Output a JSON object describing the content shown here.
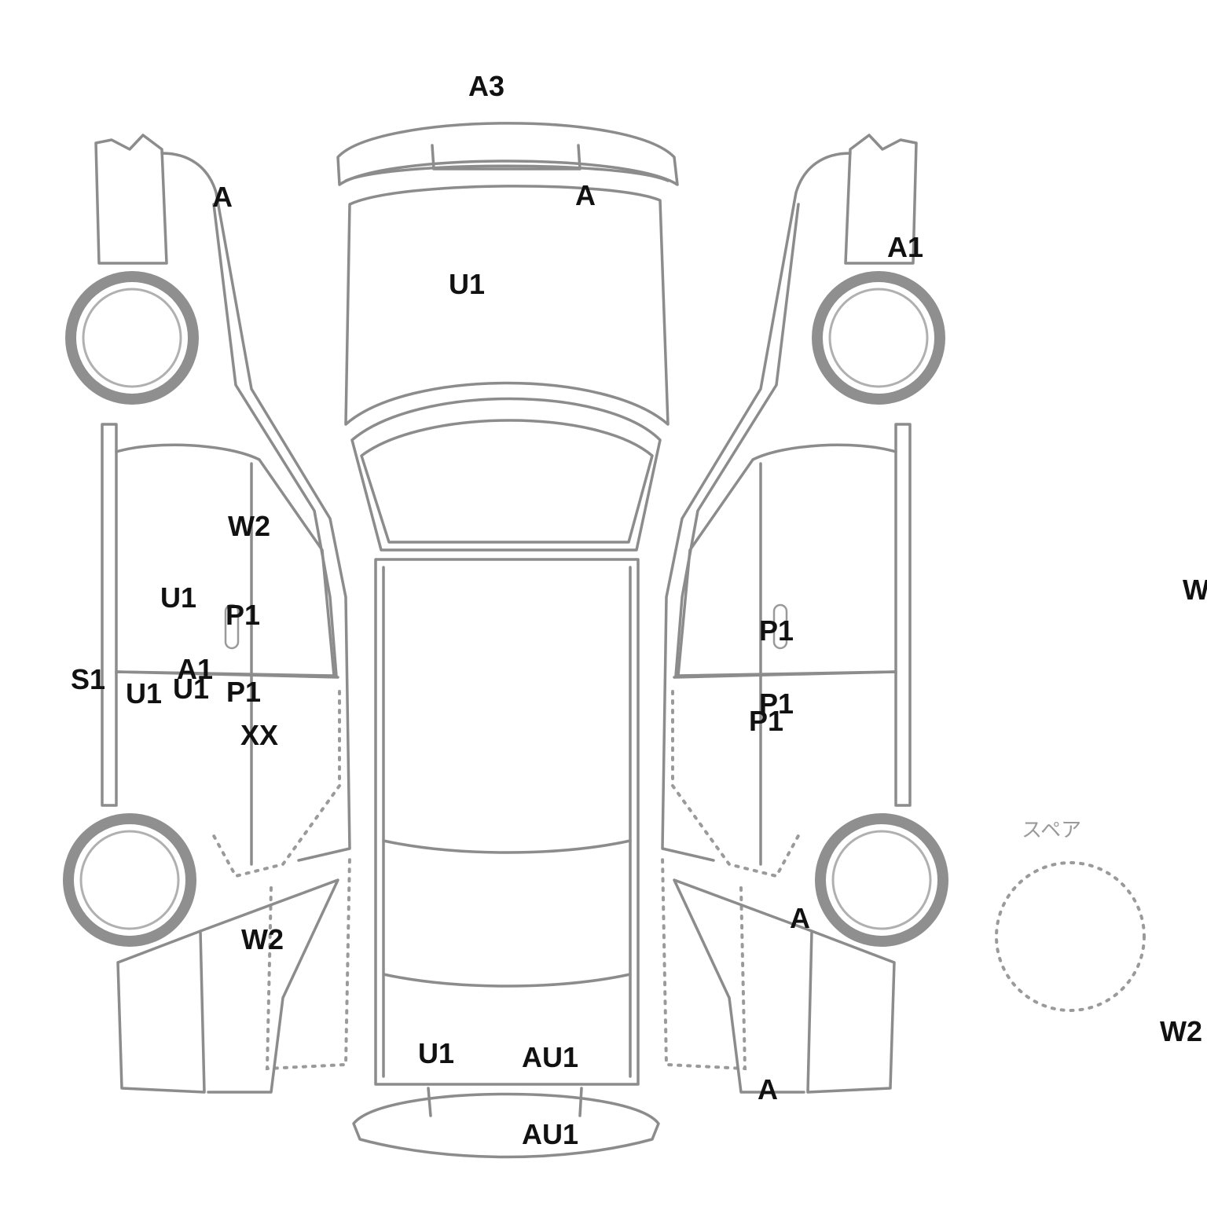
{
  "spare_label": "スペア",
  "marks": {
    "top_roof": "A3",
    "top_left_fender": "A",
    "top_hood_right": "A",
    "right_front_fender": "A1",
    "hood_center": "U1",
    "left_front_door": "W2",
    "left_door_center": "U1",
    "left_door_handle": "P1",
    "left_sill": "S1",
    "left_rear_a1": "A1",
    "left_rear_u1_a": "U1",
    "left_rear_u1_b": "U1",
    "left_rear_p1": "P1",
    "left_rear_xx": "XX",
    "left_rear_fender": "W2",
    "right_door_handle": "P1",
    "right_rear_p1_a": "P1",
    "right_rear_p1_b": "P1",
    "right_rear_fender": "A",
    "right_rear_bumper": "A",
    "trunk_u1": "U1",
    "trunk_au1": "AU1",
    "rear_bumper_au1": "AU1",
    "edge_w": "W",
    "spare_w2": "W2"
  }
}
